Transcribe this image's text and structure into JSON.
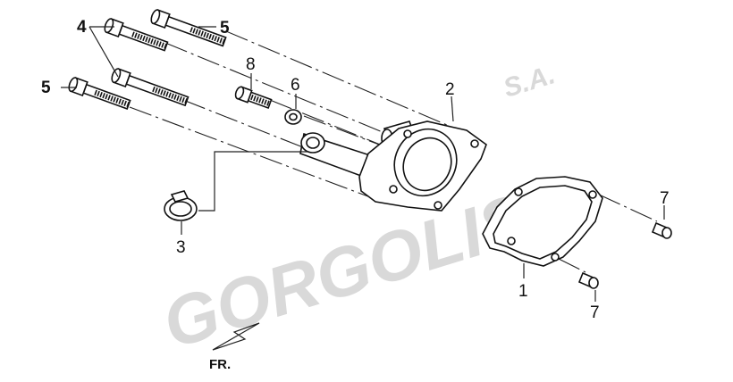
{
  "watermark": {
    "brand": "GORGOLIS",
    "suffix": "S.A."
  },
  "callouts": {
    "c1": "1",
    "c2": "2",
    "c3": "3",
    "c4": "4",
    "c5a": "5",
    "c5b": "5",
    "c6": "6",
    "c7a": "7",
    "c7b": "7",
    "c8": "8"
  },
  "direction_label": "FR.",
  "colors": {
    "line": "#111111",
    "watermark": "#d9d9d9",
    "background": "#ffffff"
  }
}
